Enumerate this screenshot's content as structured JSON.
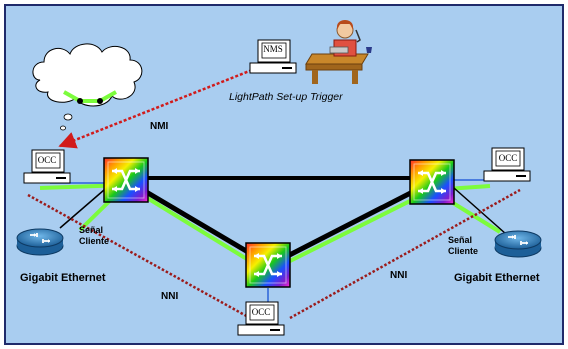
{
  "colors": {
    "background": "#a9cdf0",
    "border": "#1f2a6b",
    "lightpath": "#7cfc3c",
    "fiber": "#000000",
    "control_link": "#9b1b1b",
    "trigger_link": "#d11b1b",
    "access_link": "#2a62d9"
  },
  "nms": {
    "screen_label": "NMS"
  },
  "trigger_label": "LightPath Set-up Trigger",
  "nmi_label": "NMI",
  "occ": {
    "left_label": "OCC",
    "right_label": "OCC",
    "bottom_label": "OCC"
  },
  "nni": {
    "left_label": "NNI",
    "right_label": "NNI"
  },
  "client_signal": {
    "left": {
      "line1": "Señal",
      "line2": "Cliente"
    },
    "right": {
      "line1": "Señal",
      "line2": "Cliente"
    }
  },
  "gigabit": {
    "left_label": "Gigabit Ethernet",
    "right_label": "Gigabit Ethernet"
  },
  "icons": [
    "cloud-icon",
    "operator-desk-icon",
    "optical-switch-icon",
    "router-icon",
    "computer-icon"
  ]
}
